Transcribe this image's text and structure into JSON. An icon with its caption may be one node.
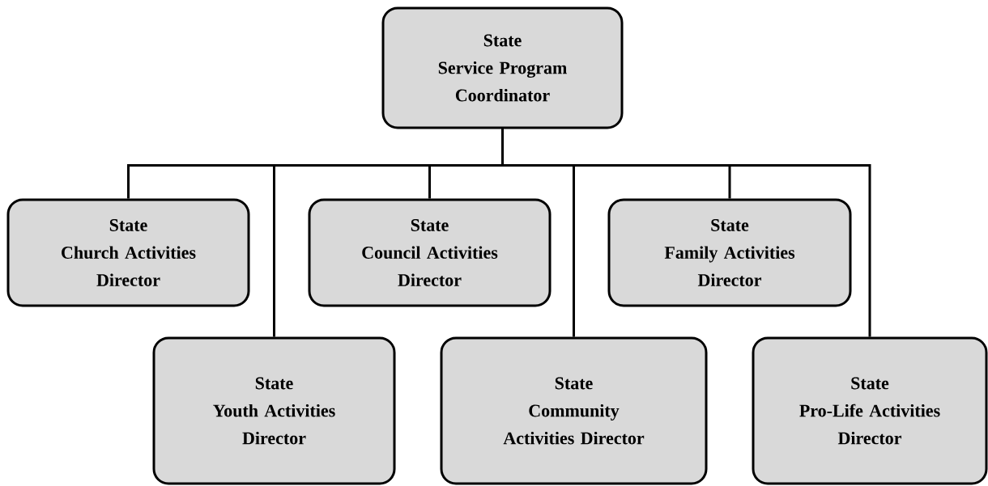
{
  "diagram": {
    "nodes": [
      {
        "text": [
          "State Service Program Coordinator"
        ]
      },
      {
        "text": [
          "State Church Activities Director"
        ]
      },
      {
        "text": [
          "State Youth Activities Director"
        ]
      },
      {
        "text": [
          "State Council Activities Director"
        ]
      },
      {
        "text": [
          "State Community Activities Director"
        ]
      },
      {
        "text": [
          "State Family Activities Director"
        ]
      },
      {
        "text": [
          "State Pro-Life Activities Director"
        ]
      }
    ],
    "edges": [
      {
        "from": 0,
        "to": 1,
        "arrow": "none"
      },
      {
        "from": 0,
        "to": 2,
        "arrow": "none"
      },
      {
        "from": 0,
        "to": 3,
        "arrow": "none"
      },
      {
        "from": 0,
        "to": 4,
        "arrow": "none"
      },
      {
        "from": 0,
        "to": 5,
        "arrow": "none"
      },
      {
        "from": 0,
        "to": 6,
        "arrow": "none"
      }
    ]
  }
}
